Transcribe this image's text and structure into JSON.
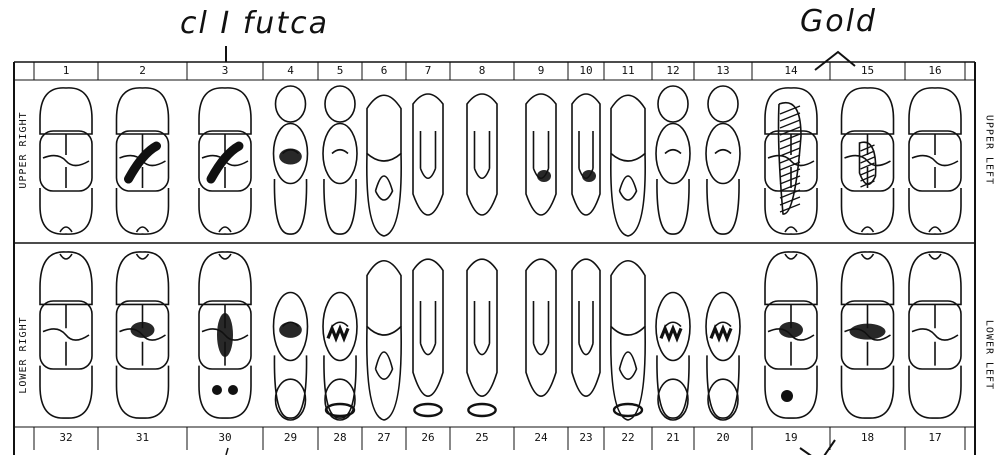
{
  "annotations": {
    "left_note": "cl I futca",
    "right_note": "Gold"
  },
  "side_labels": {
    "upper_right": "UPPER RIGHT",
    "lower_right": "LOWER RIGHT",
    "upper_left": "UPPER LEFT",
    "lower_left": "LOWER LEFT"
  },
  "upper_numbers": [
    "1",
    "2",
    "3",
    "4",
    "5",
    "6",
    "7",
    "8",
    "9",
    "10",
    "11",
    "12",
    "13",
    "14",
    "15",
    "16"
  ],
  "lower_numbers": [
    "32",
    "31",
    "30",
    "29",
    "28",
    "27",
    "26",
    "25",
    "24",
    "23",
    "22",
    "21",
    "20",
    "19",
    "18",
    "17"
  ],
  "upper_teeth": [
    {
      "num": "1",
      "shape": "molar",
      "marks": []
    },
    {
      "num": "2",
      "shape": "molar",
      "marks": [
        "diag"
      ]
    },
    {
      "num": "3",
      "shape": "molar",
      "marks": [
        "diag"
      ]
    },
    {
      "num": "4",
      "shape": "premolar",
      "marks": [
        "blot"
      ]
    },
    {
      "num": "5",
      "shape": "premolar",
      "marks": []
    },
    {
      "num": "6",
      "shape": "canine",
      "marks": []
    },
    {
      "num": "7",
      "shape": "incisor",
      "marks": []
    },
    {
      "num": "8",
      "shape": "incisor",
      "marks": []
    },
    {
      "num": "9",
      "shape": "incisor",
      "marks": [
        "blot-low"
      ]
    },
    {
      "num": "10",
      "shape": "incisor",
      "marks": [
        "blot-low"
      ]
    },
    {
      "num": "11",
      "shape": "canine",
      "marks": []
    },
    {
      "num": "12",
      "shape": "premolar",
      "marks": []
    },
    {
      "num": "13",
      "shape": "premolar",
      "marks": []
    },
    {
      "num": "14",
      "shape": "molar",
      "marks": [
        "hatch-large"
      ]
    },
    {
      "num": "15",
      "shape": "molar",
      "marks": [
        "hatch-small"
      ]
    },
    {
      "num": "16",
      "shape": "molar",
      "marks": []
    }
  ],
  "lower_teeth": [
    {
      "num": "32",
      "shape": "molar",
      "marks": []
    },
    {
      "num": "31",
      "shape": "molar",
      "marks": [
        "blot"
      ]
    },
    {
      "num": "30",
      "shape": "molar",
      "marks": [
        "blot-tall",
        "dots"
      ]
    },
    {
      "num": "29",
      "shape": "premolar",
      "marks": [
        "blot"
      ]
    },
    {
      "num": "28",
      "shape": "premolar",
      "marks": [
        "scribble",
        "ring"
      ]
    },
    {
      "num": "27",
      "shape": "canine",
      "marks": []
    },
    {
      "num": "26",
      "shape": "incisor",
      "marks": [
        "ring"
      ]
    },
    {
      "num": "25",
      "shape": "incisor",
      "marks": [
        "ring"
      ]
    },
    {
      "num": "24",
      "shape": "incisor",
      "marks": []
    },
    {
      "num": "23",
      "shape": "incisor",
      "marks": []
    },
    {
      "num": "22",
      "shape": "canine",
      "marks": [
        "ring"
      ]
    },
    {
      "num": "21",
      "shape": "premolar",
      "marks": [
        "scribble"
      ]
    },
    {
      "num": "20",
      "shape": "premolar",
      "marks": [
        "scribble"
      ]
    },
    {
      "num": "19",
      "shape": "molar",
      "marks": [
        "blot",
        "dot-low"
      ]
    },
    {
      "num": "18",
      "shape": "molar",
      "marks": [
        "blot-wide"
      ]
    },
    {
      "num": "17",
      "shape": "molar",
      "marks": []
    }
  ],
  "colors": {
    "ink": "#111111",
    "paper": "#ffffff"
  }
}
